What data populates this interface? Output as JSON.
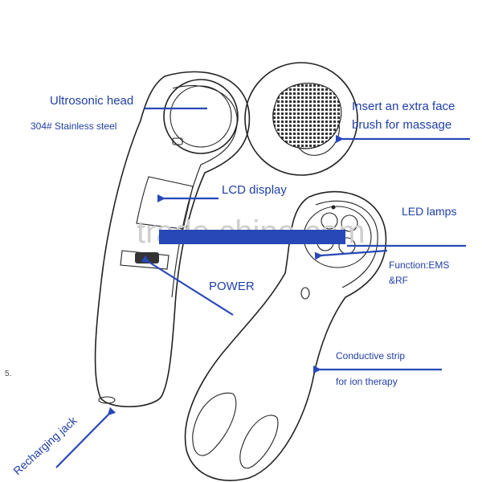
{
  "labels": {
    "ultrasonic_head": "Ultrosonic head",
    "steel": "304# Stainless steel",
    "extra_brush_line1": "Insert an extra face",
    "extra_brush_line2": "brush for massage",
    "lcd": "LCD display",
    "led": "LED lamps",
    "function_line1": "Function:EMS",
    "function_line2": "&RF",
    "power": "POWER",
    "conductive_line1": "Conductive strip",
    "conductive_line2": "for ion therapy",
    "recharging": "Recharging jack",
    "side_number": "5."
  },
  "watermark": "trade.china.com",
  "colors": {
    "label": "#1f3fa6",
    "arrow": "#2848b8",
    "outline": "#222222",
    "watermark": "#cfcfcf"
  }
}
